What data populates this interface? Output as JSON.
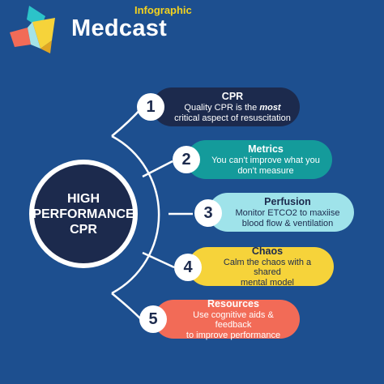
{
  "header": {
    "tagline": "Infographic",
    "brand": "Medcast"
  },
  "colors": {
    "background": "#1d4f8f",
    "hub": "#1c2a4d",
    "step1": "#1c2a4d",
    "step2": "#149b9b",
    "step3": "#9fe3ea",
    "step4": "#f6d33a",
    "step5": "#f26b57",
    "accent_yellow": "#f3d21f"
  },
  "hub": {
    "text": "HIGH\nPERFORMANCE\nCPR"
  },
  "steps": [
    {
      "number": "1",
      "title": "CPR",
      "desc_pre": "Quality CPR is the ",
      "desc_em": "most",
      "desc_post": "\ncritical aspect of resuscitation"
    },
    {
      "number": "2",
      "title": "Metrics",
      "desc": "You can't improve what you\ndon't measure"
    },
    {
      "number": "3",
      "title": "Perfusion",
      "desc": "Monitor ETCO2 to maxiise\nblood flow & ventilation"
    },
    {
      "number": "4",
      "title": "Chaos",
      "desc": "Calm the chaos with a shared\nmental model"
    },
    {
      "number": "5",
      "title": "Resources",
      "desc": "Use cognitive aids & feedback\nto improve performance"
    }
  ]
}
